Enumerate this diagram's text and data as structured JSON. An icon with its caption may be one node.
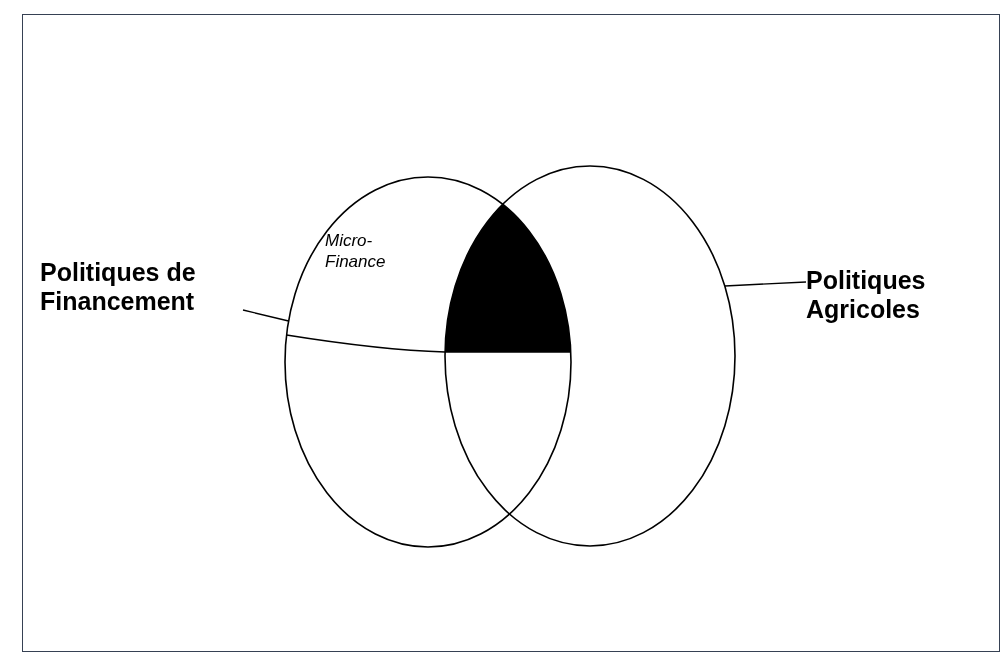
{
  "diagram": {
    "nodes": [
      {
        "text": [
          "Politiques de Financement"
        ]
      },
      {
        "text": [],
        "shape": "ellipse"
      },
      {
        "text": [],
        "shape": "ellipse"
      },
      {
        "text": [
          "Politiques Agricoles"
        ]
      },
      {
        "text": [],
        "shape": "lens"
      }
    ],
    "edges": [
      {
        "from": 0,
        "to": 1,
        "arrow": "none"
      },
      {
        "from": 3,
        "to": 2,
        "arrow": "none"
      }
    ],
    "labels": [
      "Micro- Finance"
    ]
  }
}
